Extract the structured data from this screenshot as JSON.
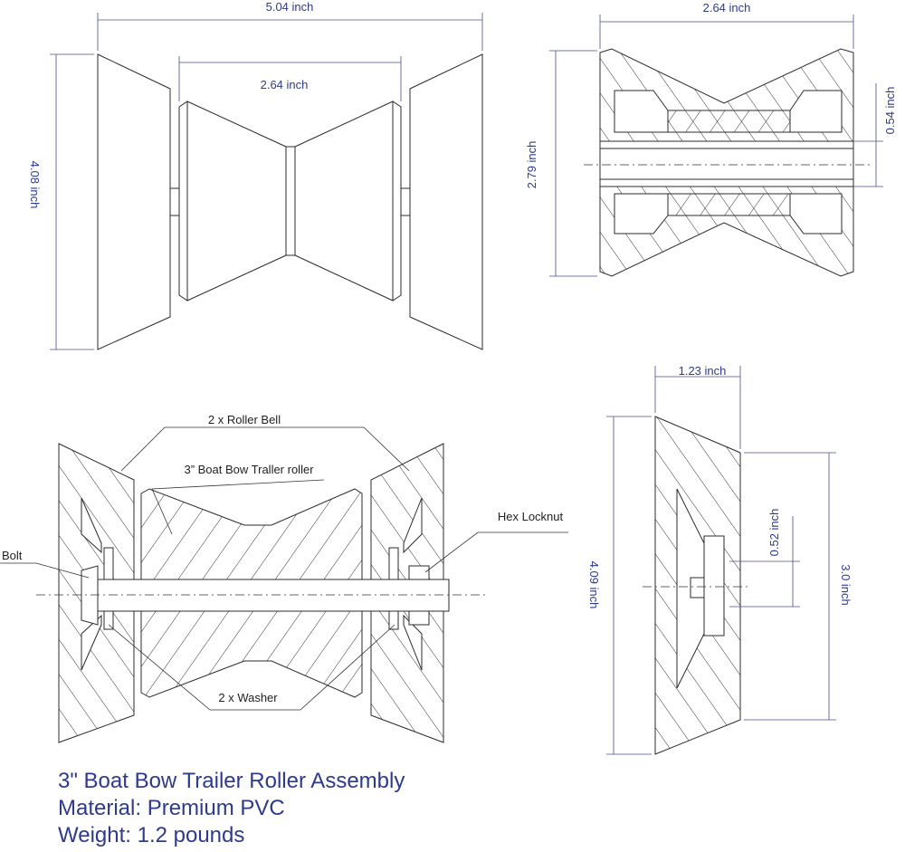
{
  "top_left_view": {
    "overall_width": "5.04 inch",
    "center_roller_width": "2.64 inch",
    "height": "4.08 inch"
  },
  "top_right_view": {
    "width": "2.64 inch",
    "height": "2.79 inch",
    "bore": "0.54 inch"
  },
  "bottom_left_view": {
    "labels": {
      "roller_bell": "2 x Roller Bell",
      "roller": "3” Boat Bow Traller roller",
      "hex_locknut": "Hex Locknut",
      "bolt": "Bolt",
      "washer": "2 x Washer"
    }
  },
  "bottom_right_view": {
    "depth": "1.23 inch",
    "outer_diameter": "4.09 inch",
    "inner_diameter": "3.0 inch",
    "bore": "0.52 inch"
  },
  "caption": {
    "line1": "3\" Boat Bow Trailer Roller Assembly",
    "line2": "Material: Premium PVC",
    "line3": "Weight: 1.2 pounds"
  }
}
